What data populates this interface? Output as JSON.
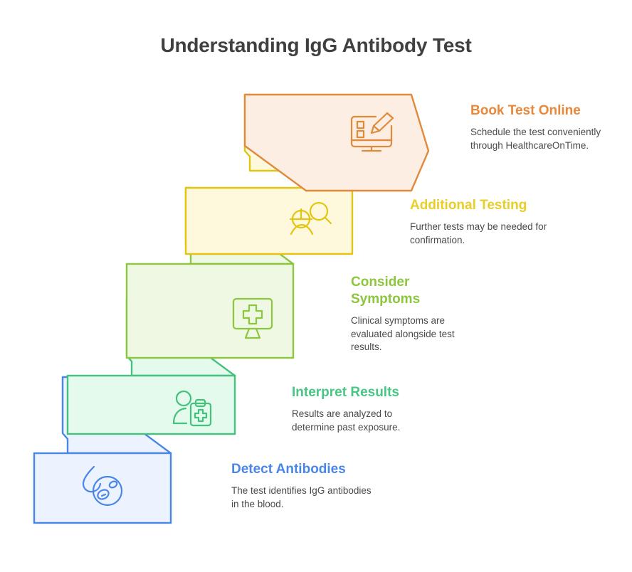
{
  "title": "Understanding IgG Antibody Test",
  "steps": [
    {
      "id": "book-test-online",
      "heading": "Book Test Online",
      "description": "Schedule the test conveniently through HealthcareOnTime.",
      "icon": "monitor-pencil-form-icon",
      "stroke": "#E08A3C",
      "fill": "#FCEEE3",
      "heading_color": "#E8883A"
    },
    {
      "id": "additional-testing",
      "heading": "Additional Testing",
      "description": "Further tests may be needed for confirmation.",
      "icon": "person-magnifier-icon",
      "stroke": "#E2C513",
      "fill": "#FEF8DC",
      "heading_color": "#E8CE27"
    },
    {
      "id": "consider-symptoms",
      "heading": "Consider Symptoms",
      "description": "Clinical symptoms are evaluated alongside test results.",
      "icon": "monitor-medical-cross-icon",
      "stroke": "#8DC63F",
      "fill": "#EFF8E2",
      "heading_color": "#8CC63E"
    },
    {
      "id": "interpret-results",
      "heading": "Interpret Results",
      "description": "Results are analyzed to determine past exposure.",
      "icon": "person-medical-clipboard-icon",
      "stroke": "#43C27E",
      "fill": "#E4FAED",
      "heading_color": "#49C684"
    },
    {
      "id": "detect-antibodies",
      "heading": "Detect Antibodies",
      "description": "The test identifies IgG antibodies in the blood.",
      "icon": "blood-drop-cell-icon",
      "stroke": "#4A86E8",
      "fill": "#EDF3FE",
      "heading_color": "#4A86E8"
    }
  ]
}
